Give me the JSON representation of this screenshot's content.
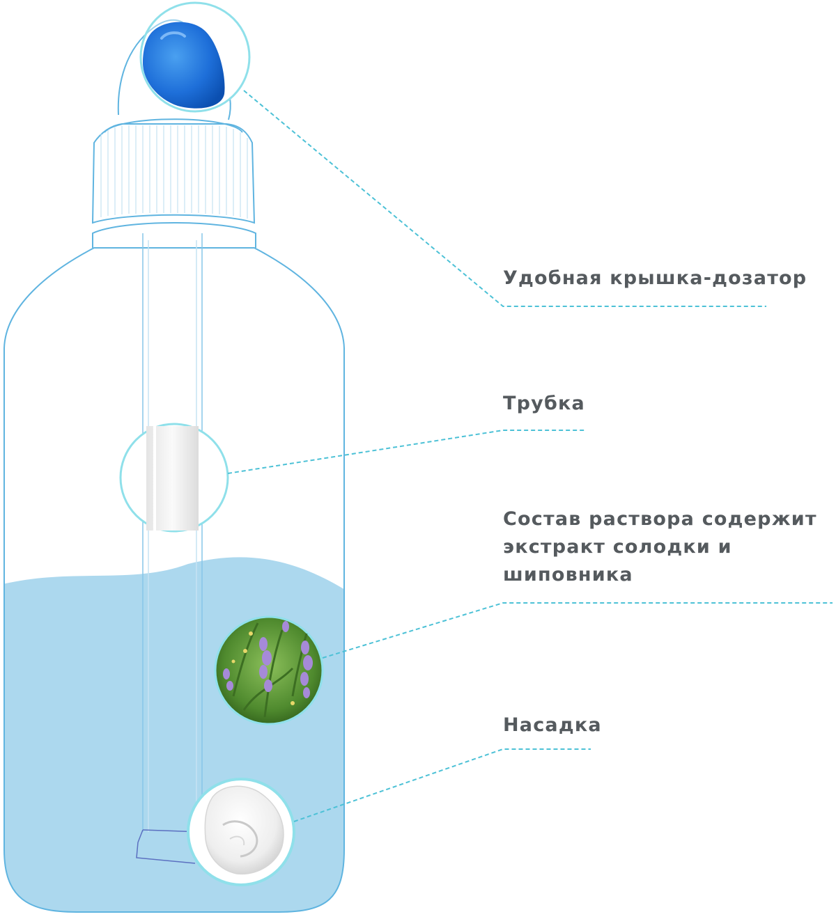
{
  "callouts": {
    "cap": "Удобная крышка-дозатор",
    "tube": "Трубка",
    "solution": "Состав раствора содержит экстракт солодки и шиповника",
    "nozzle": "Насадка"
  },
  "colors": {
    "bottle_outline": "#5fb4e0",
    "liquid": "#acd8ee",
    "leader_line": "#4cc1d6",
    "cap_blue": "#1e6fd9",
    "label_text": "#555a5e"
  }
}
